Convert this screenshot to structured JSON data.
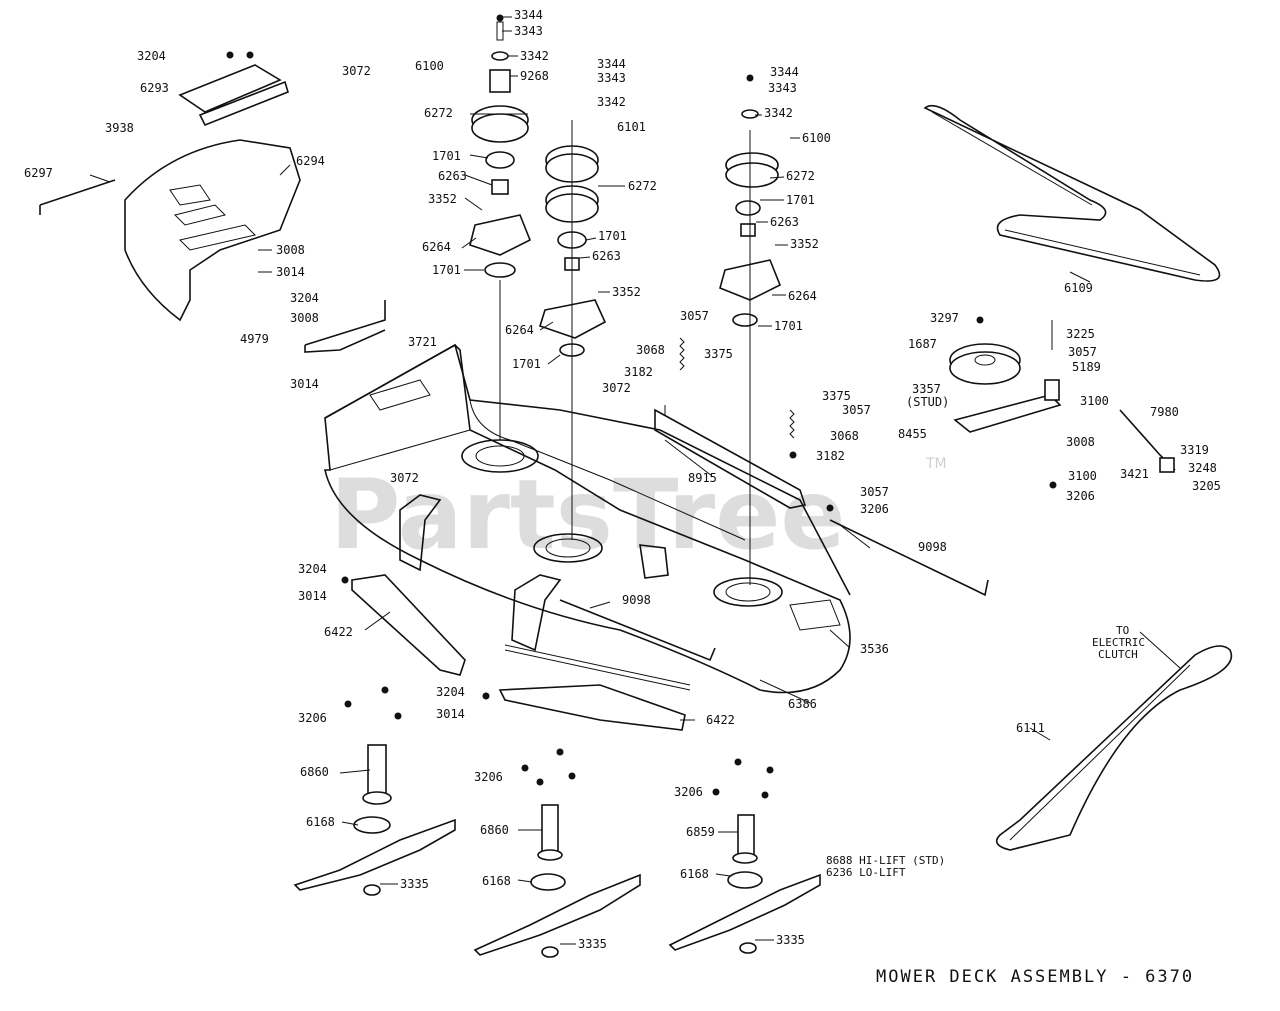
{
  "title": "MOWER DECK ASSEMBLY - 6370",
  "watermark": "PartsTree",
  "watermark_tm": "TM",
  "note_electric_clutch": [
    "TO",
    "ELECTRIC",
    "CLUTCH"
  ],
  "callouts": {
    "c_3344_a": "3344",
    "c_3343_a": "3343",
    "c_3342_a": "3342",
    "c_6100_a": "6100",
    "c_9268": "9268",
    "c_3344_b": "3344",
    "c_3343_b": "3343",
    "c_3342_b": "3342",
    "c_6101": "6101",
    "c_6272_a": "6272",
    "c_1701_a": "1701",
    "c_6263_a": "6263",
    "c_3352_a": "3352",
    "c_6264_a": "6264",
    "c_1701_b": "1701",
    "c_6272_b": "6272",
    "c_1701_c": "1701",
    "c_6263_b": "6263",
    "c_3352_b": "3352",
    "c_6264_b": "6264",
    "c_1701_d": "1701",
    "c_3344_c": "3344",
    "c_3343_c": "3343",
    "c_3342_c": "3342",
    "c_6100_b": "6100",
    "c_6272_c": "6272",
    "c_1701_e": "1701",
    "c_6263_c": "6263",
    "c_3352_c": "3352",
    "c_6264_c": "6264",
    "c_1701_f": "1701",
    "c_3204_a": "3204",
    "c_6293": "6293",
    "c_3072_a": "3072",
    "c_3938": "3938",
    "c_6297": "6297",
    "c_6294": "6294",
    "c_3008_a": "3008",
    "c_3014_a": "3014",
    "c_3204_b": "3204",
    "c_3008_b": "3008",
    "c_4979": "4979",
    "c_3014_b": "3014",
    "c_3721": "3721",
    "c_3057_a": "3057",
    "c_3068_a": "3068",
    "c_3375_a": "3375",
    "c_3182_a": "3182",
    "c_3072_b": "3072",
    "c_3375_b": "3375",
    "c_3057_b": "3057",
    "c_3068_b": "3068",
    "c_8915": "8915",
    "c_3182_b": "3182",
    "c_3057_c": "3057",
    "c_3206_a": "3206",
    "c_3072_c": "3072",
    "c_9098_a": "9098",
    "c_9098_b": "9098",
    "c_3536": "3536",
    "c_6386": "6386",
    "c_6109": "6109",
    "c_3297": "3297",
    "c_3225": "3225",
    "c_1687": "1687",
    "c_3057_d": "3057",
    "c_5189": "5189",
    "c_3357": "3357",
    "c_stud": "(STUD)",
    "c_3100_a": "3100",
    "c_7980": "7980",
    "c_8455": "8455",
    "c_3008_c": "3008",
    "c_3319": "3319",
    "c_3421": "3421",
    "c_3248": "3248",
    "c_3100_b": "3100",
    "c_3205": "3205",
    "c_3206_b": "3206",
    "c_6111": "6111",
    "c_3204_c": "3204",
    "c_3014_c": "3014",
    "c_6422_a": "6422",
    "c_3206_c": "3206",
    "c_3204_d": "3204",
    "c_3014_d": "3014",
    "c_6422_b": "6422",
    "c_6860_a": "6860",
    "c_6168_a": "6168",
    "c_3335_a": "3335",
    "c_3206_d": "3206",
    "c_6860_b": "6860",
    "c_6168_b": "6168",
    "c_3335_b": "3335",
    "c_3206_e": "3206",
    "c_6859": "6859",
    "c_6168_c": "6168",
    "c_3335_c": "3335",
    "c_8688": "8688 HI-LIFT (STD)",
    "c_6236": "6236 LO-LIFT"
  }
}
